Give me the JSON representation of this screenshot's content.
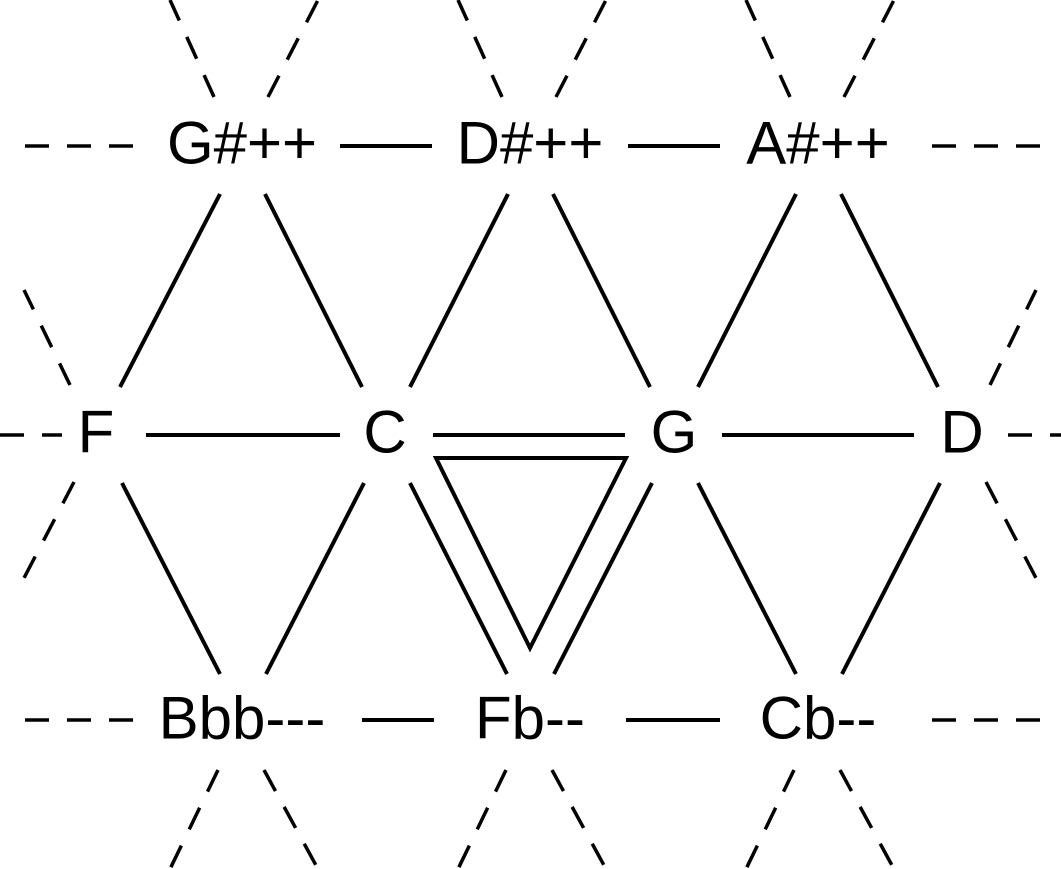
{
  "diagram": {
    "kind": "tonnetz",
    "rows": [
      {
        "id": "top",
        "notes": [
          "G#++",
          "D#++",
          "A#++"
        ]
      },
      {
        "id": "middle",
        "notes": [
          "F",
          "C",
          "G",
          "D"
        ]
      },
      {
        "id": "bottom",
        "notes": [
          "Bbb---",
          "Fb--",
          "Cb--"
        ]
      }
    ],
    "highlighted_triad": [
      "C",
      "G",
      "Fb--"
    ],
    "colors": {
      "ink": "#000000",
      "background": "#ffffff"
    }
  }
}
